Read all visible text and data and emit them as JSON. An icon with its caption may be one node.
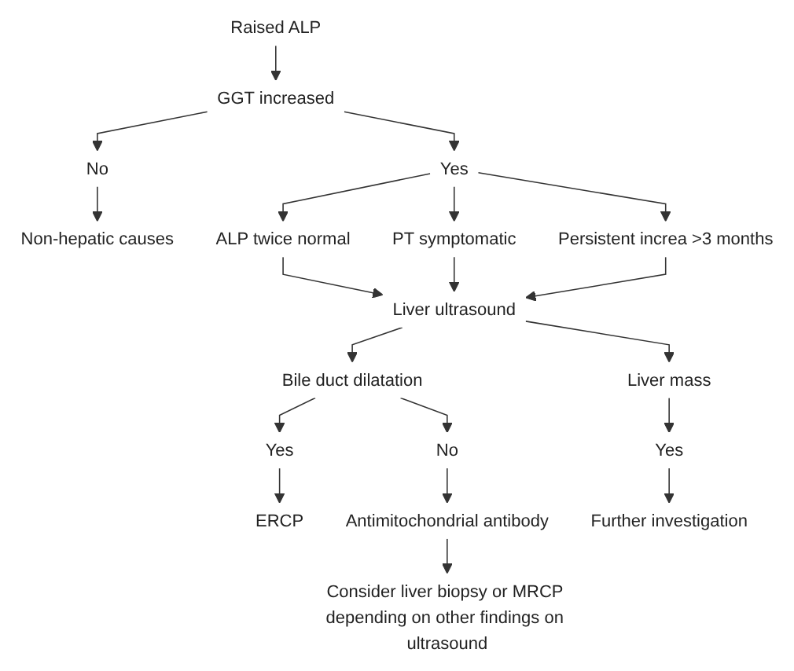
{
  "diagram": {
    "nodes": [
      {
        "text": [
          "Raised ALP"
        ]
      },
      {
        "text": [
          "GGT increased"
        ]
      },
      {
        "text": [
          "No"
        ]
      },
      {
        "text": [
          "Yes"
        ]
      },
      {
        "text": [
          "Non-hepatic causes"
        ]
      },
      {
        "text": [
          "ALP twice normal"
        ]
      },
      {
        "text": [
          "PT symptomatic"
        ]
      },
      {
        "text": [
          "Persistent increa >3 months"
        ]
      },
      {
        "text": [
          "Liver ultrasound"
        ]
      },
      {
        "text": [
          "Bile duct dilatation"
        ]
      },
      {
        "text": [
          "Liver mass"
        ]
      },
      {
        "text": [
          "Yes"
        ]
      },
      {
        "text": [
          "No"
        ]
      },
      {
        "text": [
          "Yes"
        ]
      },
      {
        "text": [
          "ERCP"
        ]
      },
      {
        "text": [
          "Antimitochondrial antibody"
        ]
      },
      {
        "text": [
          "Further investigation"
        ]
      },
      {
        "text": [
          "Consider liver biopsy or MRCP depending on other findings on ultrasound"
        ]
      }
    ],
    "edges": [
      {
        "from": 0,
        "to": 1,
        "arrow": "to"
      },
      {
        "from": 1,
        "to": 2,
        "arrow": "to"
      },
      {
        "from": 1,
        "to": 3,
        "arrow": "to"
      },
      {
        "from": 2,
        "to": 4,
        "arrow": "to"
      },
      {
        "from": 3,
        "to": 5,
        "arrow": "to"
      },
      {
        "from": 3,
        "to": 6,
        "arrow": "to"
      },
      {
        "from": 3,
        "to": 7,
        "arrow": "to"
      },
      {
        "from": 5,
        "to": 8,
        "arrow": "to"
      },
      {
        "from": 6,
        "to": 8,
        "arrow": "to"
      },
      {
        "from": 7,
        "to": 8,
        "arrow": "to"
      },
      {
        "from": 8,
        "to": 9,
        "arrow": "to"
      },
      {
        "from": 8,
        "to": 10,
        "arrow": "to"
      },
      {
        "from": 9,
        "to": 11,
        "arrow": "to"
      },
      {
        "from": 9,
        "to": 12,
        "arrow": "to"
      },
      {
        "from": 10,
        "to": 13,
        "arrow": "to"
      },
      {
        "from": 11,
        "to": 14,
        "arrow": "to"
      },
      {
        "from": 12,
        "to": 15,
        "arrow": "to"
      },
      {
        "from": 13,
        "to": 16,
        "arrow": "to"
      },
      {
        "from": 15,
        "to": 17,
        "arrow": "to"
      }
    ]
  }
}
